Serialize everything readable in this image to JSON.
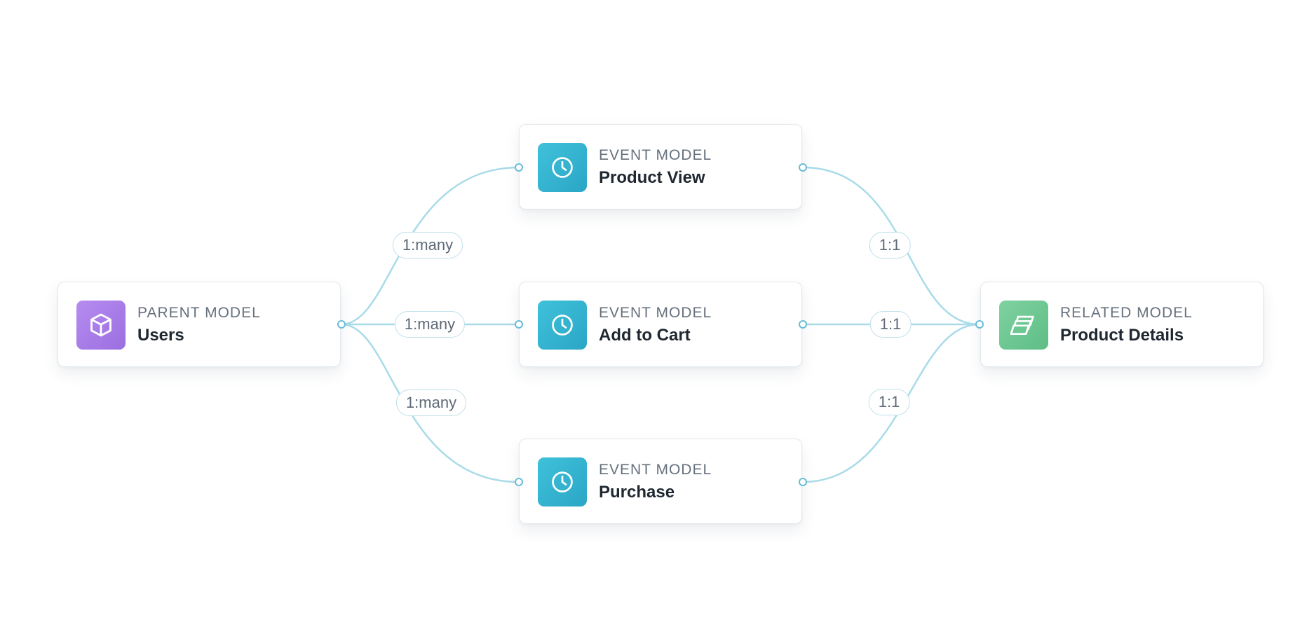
{
  "nodes": {
    "users": {
      "kind": "PARENT MODEL",
      "title": "Users",
      "icon": "cube-icon",
      "color": "#a97de8"
    },
    "product_view": {
      "kind": "EVENT MODEL",
      "title": "Product View",
      "icon": "clock-icon",
      "color": "#33b4d1"
    },
    "add_to_cart": {
      "kind": "EVENT MODEL",
      "title": "Add to Cart",
      "icon": "clock-icon",
      "color": "#33b4d1"
    },
    "purchase": {
      "kind": "EVENT MODEL",
      "title": "Purchase",
      "icon": "clock-icon",
      "color": "#33b4d1"
    },
    "product_details": {
      "kind": "RELATED MODEL",
      "title": "Product Details",
      "icon": "layers-icon",
      "color": "#6cc792"
    }
  },
  "edges": [
    {
      "from": "users",
      "to": "product_view",
      "label": "1:many"
    },
    {
      "from": "users",
      "to": "add_to_cart",
      "label": "1:many"
    },
    {
      "from": "users",
      "to": "purchase",
      "label": "1:many"
    },
    {
      "from": "product_view",
      "to": "product_details",
      "label": "1:1"
    },
    {
      "from": "add_to_cart",
      "to": "product_details",
      "label": "1:1"
    },
    {
      "from": "purchase",
      "to": "product_details",
      "label": "1:1"
    }
  ],
  "colors": {
    "edge": "#a9dbe9",
    "port": "#69bcd6"
  }
}
